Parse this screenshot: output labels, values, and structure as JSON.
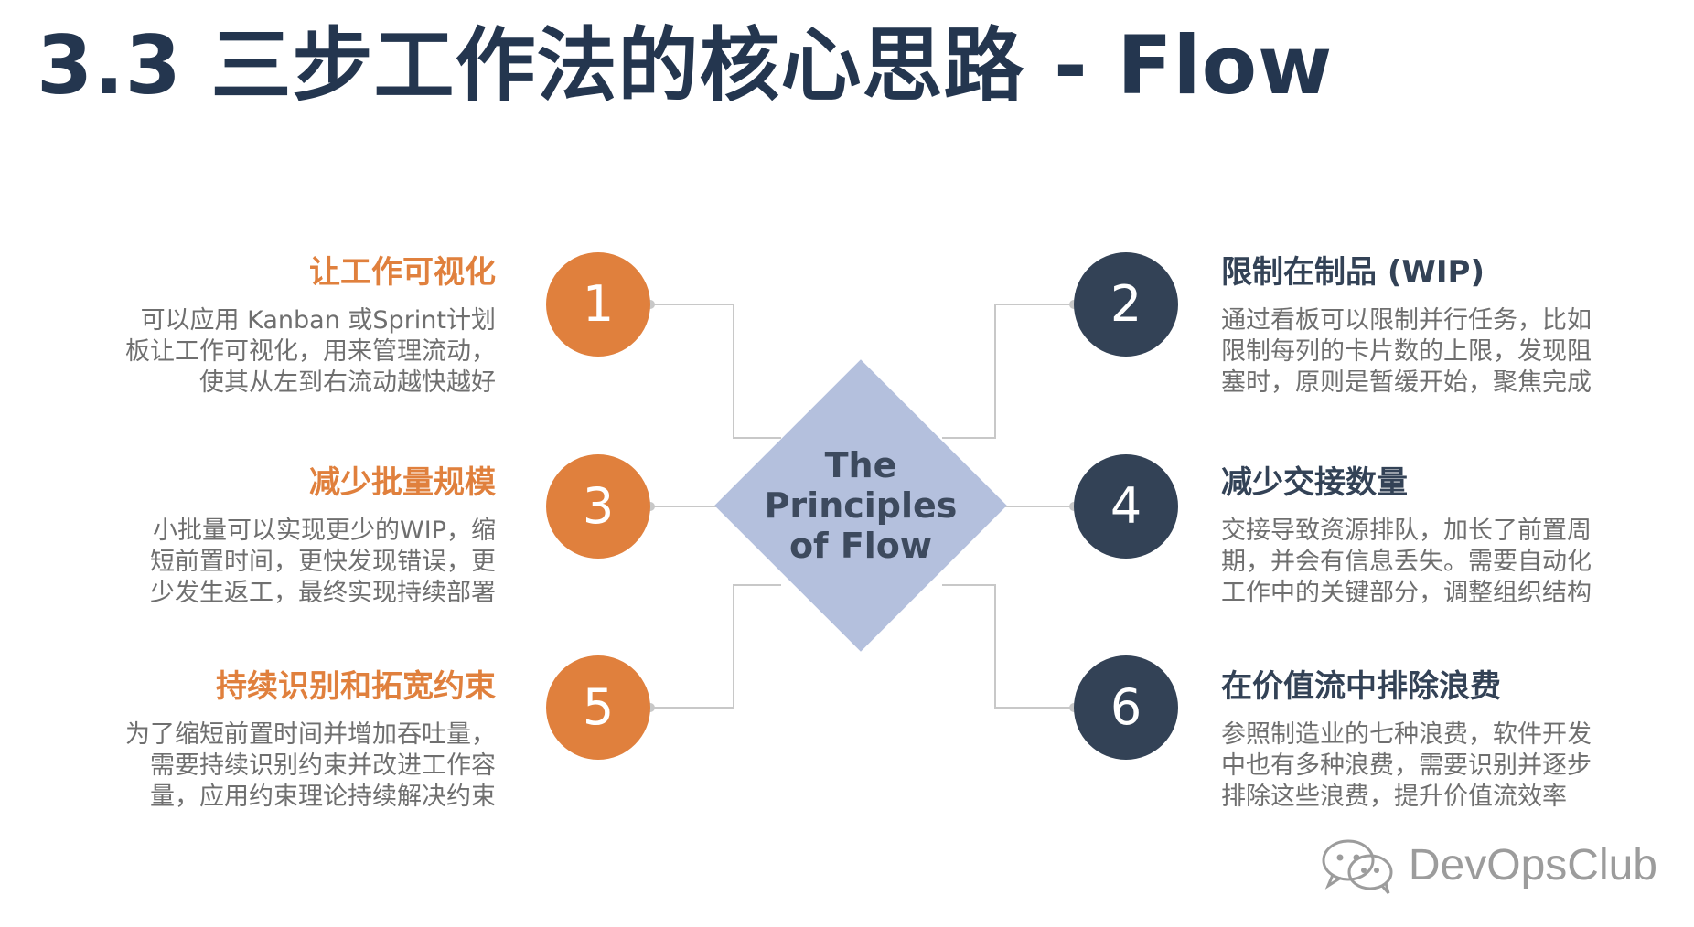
{
  "title": "3.3  三步工作法的核心思路 - Flow",
  "center": {
    "label": "The Principles\nof Flow"
  },
  "items": [
    {
      "number": "1",
      "heading": "让工作可视化",
      "body": "可以应用 Kanban 或Sprint计划\n板让工作可视化，用来管理流动，\n使其从左到右流动越快越好"
    },
    {
      "number": "2",
      "heading": "限制在制品 (WIP)",
      "body": "通过看板可以限制并行任务，比如\n限制每列的卡片数的上限，发现阻\n塞时，原则是暂缓开始，聚焦完成"
    },
    {
      "number": "3",
      "heading": "减少批量规模",
      "body": "小批量可以实现更少的WIP，缩\n短前置时间，更快发现错误，更\n少发生返工，最终实现持续部署"
    },
    {
      "number": "4",
      "heading": "减少交接数量",
      "body": "交接导致资源排队，加长了前置周\n期，并会有信息丢失。需要自动化\n工作中的关键部分，调整组织结构"
    },
    {
      "number": "5",
      "heading": "持续识别和拓宽约束",
      "body": "为了缩短前置时间并增加吞吐量，\n需要持续识别约束并改进工作容\n量，应用约束理论持续解决约束"
    },
    {
      "number": "6",
      "heading": "在价值流中排除浪费",
      "body": "参照制造业的七种浪费，软件开发\n中也有多种浪费，需要识别并逐步\n排除这些浪费，提升价值流效率"
    }
  ],
  "watermark": {
    "text": "DevOpsClub",
    "icon": "wechat-icon"
  },
  "colors": {
    "title": "#24364f",
    "orange": "#e0803d",
    "navy": "#334256",
    "diamond": "#b4c0dd",
    "body_text": "#6f6f6f",
    "connector": "#c8c8c8",
    "watermark": "#9c9c9c"
  }
}
